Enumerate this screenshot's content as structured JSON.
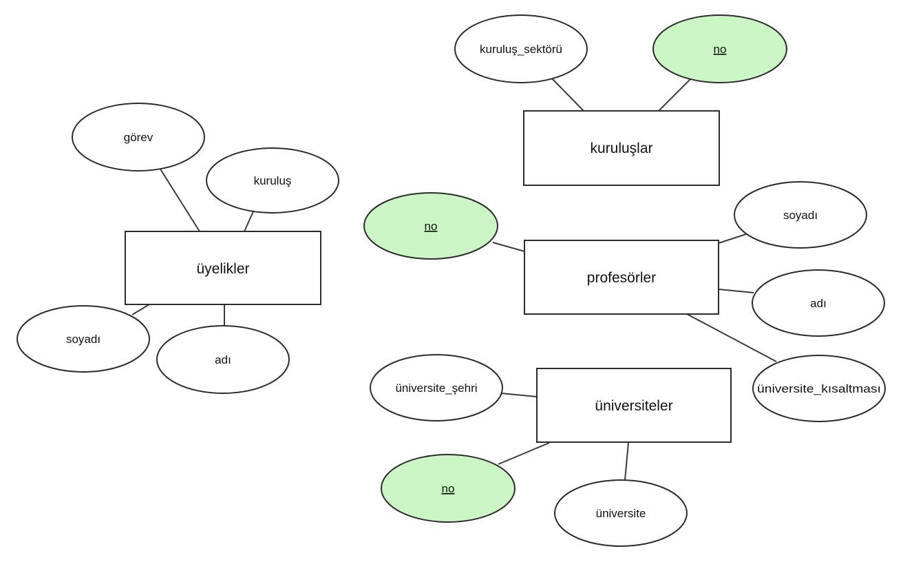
{
  "entities": {
    "uyelikler": {
      "label": "üyelikler",
      "attributes": {
        "gorev": "görev",
        "kurulus": "kuruluş",
        "soyadi": "soyadı",
        "adi": "adı"
      }
    },
    "kuruluslar": {
      "label": "kuruluşlar",
      "attributes": {
        "kurulus_sektoru": "kuruluş_sektörü",
        "no": "no"
      }
    },
    "profesorler": {
      "label": "profesörler",
      "attributes": {
        "no": "no",
        "soyadi": "soyadı",
        "adi": "adı",
        "universite_kisaltmasi": "üniversite_kısaltması"
      }
    },
    "universiteler": {
      "label": "üniversiteler",
      "attributes": {
        "universite_sehri": "üniversite_şehri",
        "no": "no",
        "universite": "üniversite"
      }
    }
  },
  "primary_keys": [
    "kuruluslar.no",
    "profesorler.no",
    "universiteler.no"
  ],
  "colors": {
    "key_fill": "#ccf5c6",
    "stroke": "#2b2b2b",
    "background": "#ffffff"
  }
}
